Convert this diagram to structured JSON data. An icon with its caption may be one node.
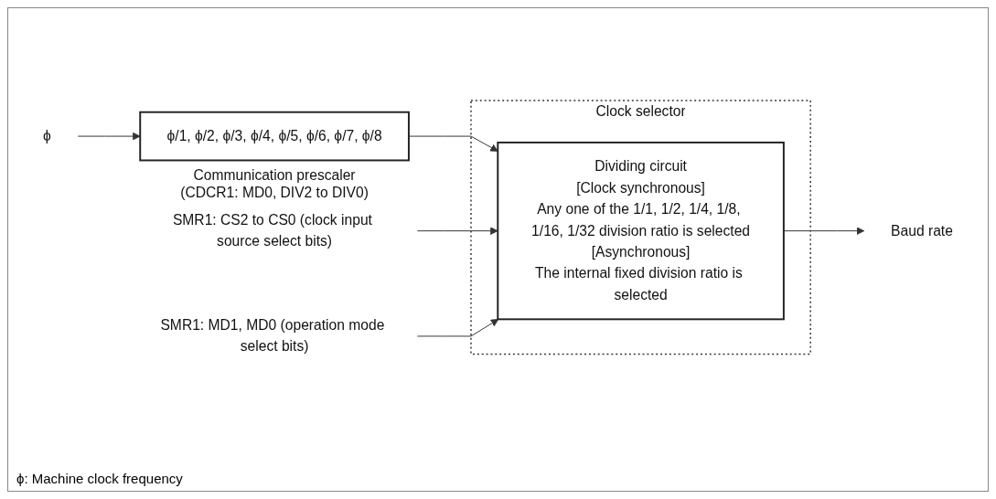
{
  "diagram": {
    "nodes": [
      {
        "text": [
          "ϕ"
        ]
      },
      {
        "text": [
          "ϕ/1, ϕ/2, ϕ/3, ϕ/4, ϕ/5, ϕ/6, ϕ/7, ϕ/8"
        ],
        "beside": [
          "Communication prescaler (CDCR1: MD0, DIV2 to DIV0)"
        ]
      },
      {
        "text": [
          "Clock selector"
        ]
      },
      {
        "text": [
          "Dividing circuit",
          "[Clock synchronous]",
          "Any one of the 1/1, 1/2, 1/4, 1/8, 1/16, 1/32 division ratio is selected",
          "[Asynchronous]",
          "The internal fixed division ratio is selected"
        ],
        "in": 2
      },
      {
        "text": [
          "SMR1: CS2 to CS0 (clock input source select bits)"
        ]
      },
      {
        "text": [
          "SMR1: MD1, MD0 (operation mode select bits)"
        ]
      },
      {
        "text": [
          "Baud rate"
        ]
      }
    ],
    "edges": [
      {
        "from": 0,
        "to": 1,
        "arrow": "to"
      },
      {
        "from": 1,
        "to": 3,
        "arrow": "to"
      },
      {
        "from": 4,
        "to": 3,
        "arrow": "to"
      },
      {
        "from": 5,
        "to": 3,
        "arrow": "to"
      },
      {
        "from": 3,
        "to": 6,
        "arrow": "to"
      }
    ],
    "labels": [
      "ϕ: Machine clock frequency"
    ]
  }
}
